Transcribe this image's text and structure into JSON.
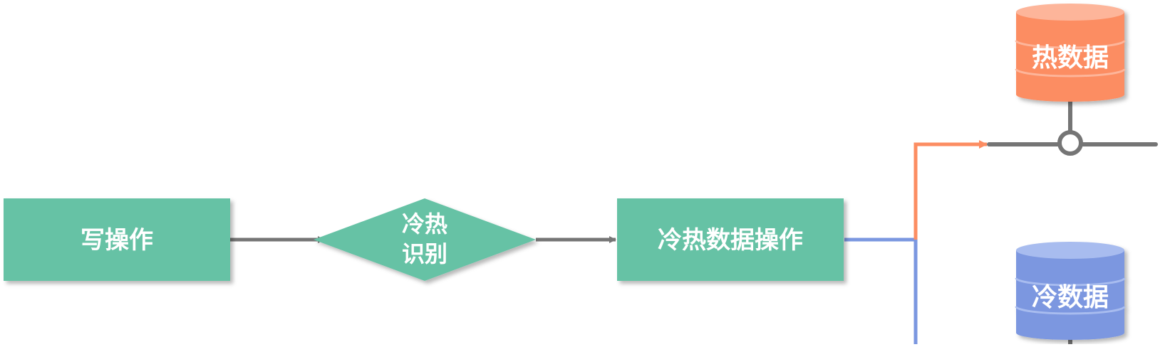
{
  "nodes": {
    "write_op": {
      "label": "写操作"
    },
    "classify": {
      "line1": "冷热",
      "line2": "识别"
    },
    "data_op": {
      "label": "冷热数据操作"
    },
    "hot_db": {
      "label": "热数据"
    },
    "cold_db": {
      "label": "冷数据"
    }
  },
  "colors": {
    "process": "#66c2a5",
    "hot": "#fc8d62",
    "hot_top": "#fdb59a",
    "cold": "#7b97e0",
    "cold_top": "#a8bcef",
    "connector": "#757575",
    "hot_line": "#fc8d62",
    "cold_line": "#7b97e0"
  },
  "icons": {
    "junction": "junction-node-icon"
  }
}
